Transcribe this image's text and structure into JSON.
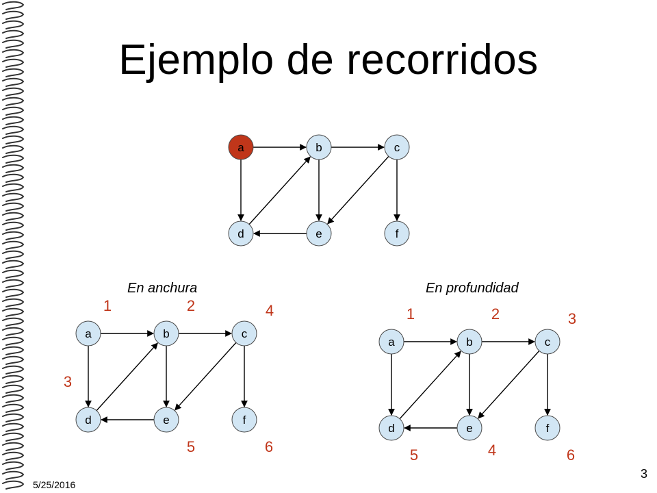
{
  "slide": {
    "title": "Ejemplo de recorridos",
    "date": "5/25/2016",
    "page_number": "3"
  },
  "captions": {
    "bfs": "En anchura",
    "dfs": "En profundidad"
  },
  "colors": {
    "node_fill": "#d2e6f4",
    "start_node_fill": "#c0361a",
    "order_label": "#c0361a"
  },
  "graph": {
    "nodes": [
      "a",
      "b",
      "c",
      "d",
      "e",
      "f"
    ],
    "start_node": "a",
    "edges": [
      [
        "a",
        "b"
      ],
      [
        "b",
        "c"
      ],
      [
        "a",
        "d"
      ],
      [
        "d",
        "b"
      ],
      [
        "b",
        "e"
      ],
      [
        "c",
        "e"
      ],
      [
        "c",
        "f"
      ],
      [
        "e",
        "d"
      ]
    ]
  },
  "orders": {
    "bfs": {
      "a": "1",
      "b": "2",
      "d": "3",
      "c": "4",
      "e": "5",
      "f": "6"
    },
    "dfs": {
      "a": "1",
      "b": "2",
      "c": "3",
      "e": "4",
      "d": "5",
      "f": "6"
    }
  }
}
